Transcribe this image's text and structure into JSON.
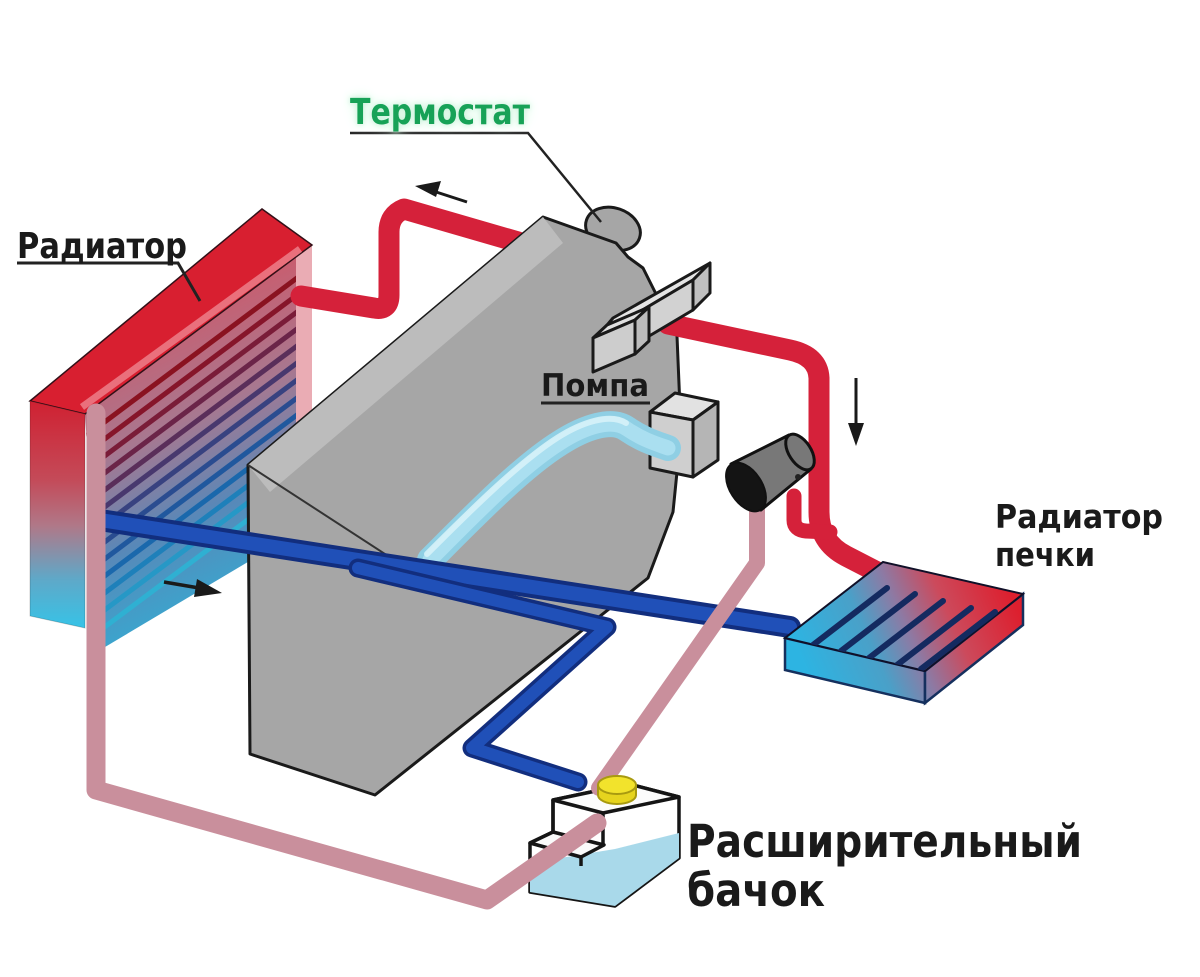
{
  "diagram": {
    "type": "car-engine-cooling-system-schematic",
    "background": "#ffffff",
    "labels": {
      "thermostat": "Термостат",
      "radiator": "Радиатор",
      "pump": "Помпа",
      "heater_radiator_line1": "Радиатор",
      "heater_radiator_line2": "печки",
      "expansion_tank_line1": "Расширительный",
      "expansion_tank_line2": "бачок"
    },
    "label_colors": {
      "thermostat": "#17a257",
      "default": "#1a1a1a"
    },
    "pipe_colors": {
      "hot_coolant": "#d5213a",
      "hot_coolant_dark": "#b01730",
      "cold_coolant": "#2050b8",
      "cold_coolant_dark": "#122e7e",
      "engine_internal_flow": "#8fcfe4",
      "expansion_overflow": "#c98f9c"
    },
    "component_colors": {
      "engine_block": "#a6a6a6",
      "engine_top_highlight": "#bcbcbc",
      "radiator_hot_end": "#d81f30",
      "radiator_cold_end": "#35c4e8",
      "tank_liquid": "#a9d9ea",
      "filler_cap": "#f2e32c",
      "heater_valve": "#787878",
      "outlet_boxes": "#d2d2d2"
    },
    "parts": {
      "main_radiator": "main-radiator",
      "engine_block": "engine-block",
      "thermostat_housing": "thermostat-housing-dome",
      "thermostat_outlet": "thermostat-outlet-flange",
      "water_pump_outlet": "water-pump-flange",
      "heater_valve": "heater-valve-cylinder",
      "heater_radiator": "heater-radiator",
      "expansion_tank": "expansion-tank",
      "filler_cap": "filler-cap"
    },
    "arrows": [
      {
        "name": "flow-arrow-to-radiator",
        "direction": "up-left"
      },
      {
        "name": "flow-arrow-to-heater",
        "direction": "down"
      },
      {
        "name": "flow-arrow-from-radiator",
        "direction": "right"
      }
    ]
  }
}
